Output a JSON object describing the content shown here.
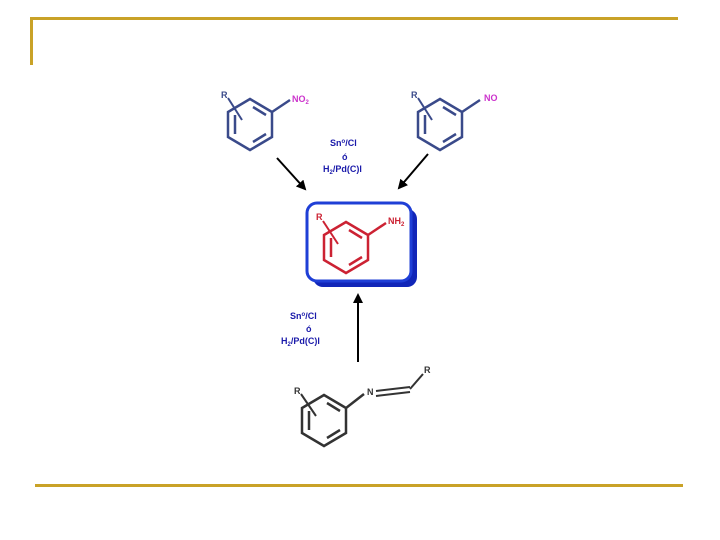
{
  "colors": {
    "frame": "#c9a227",
    "bond": "#3a4a8a",
    "nitro": "#cc33cc",
    "amine": "#cc2233",
    "reagent": "#1a1aaa",
    "box_border": "#1f3fd6",
    "box_shadow": "#1126b8",
    "imine": "#333333"
  },
  "scheme": {
    "nitrobenzene": {
      "substituent": "R",
      "group": "NO",
      "subscript": "2"
    },
    "nitrosobenzene": {
      "substituent": "R",
      "group": "NO"
    },
    "aniline": {
      "substituent": "R",
      "group": "NH",
      "subscript": "2"
    },
    "imine": {
      "substituent": "R",
      "n_label": "N",
      "r2_label": "R"
    },
    "reagents_top": {
      "line1": "Sn",
      "line1_sup": "o",
      "line1_rest": "/Cl",
      "line2": "ó",
      "line3_a": "H",
      "line3_sub": "2",
      "line3_b": "/Pd(C)l"
    },
    "reagents_bottom": {
      "line1": "Sn",
      "line1_sup": "o",
      "line1_rest": "/Cl",
      "line2": "ó",
      "line3_a": "H",
      "line3_sub": "2",
      "line3_b": "/Pd(C)l"
    }
  }
}
